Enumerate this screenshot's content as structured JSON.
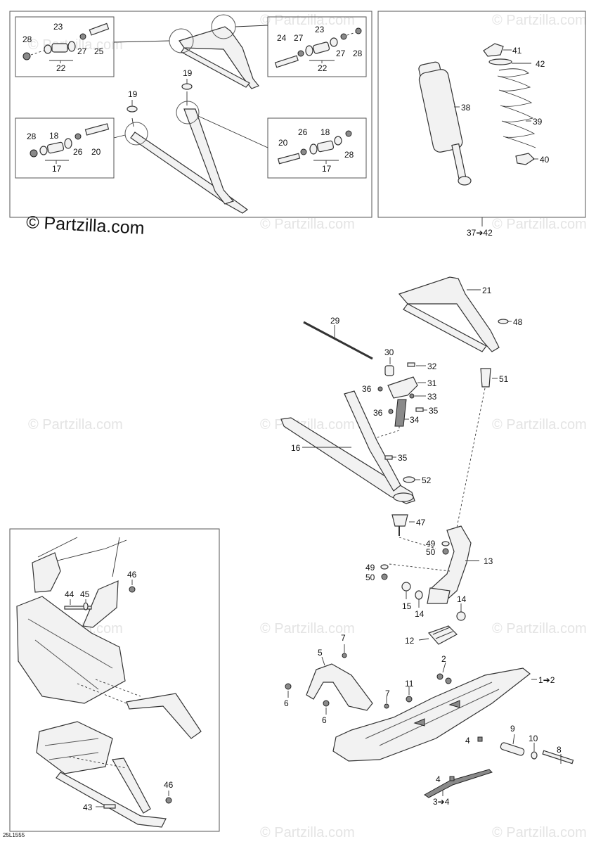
{
  "copyright": "© Partzilla.com",
  "watermark": "© Partzilla.com",
  "diagram_code": "25L1555",
  "labels": {
    "l28a": "28",
    "l23a": "23",
    "l27a": "27",
    "l25": "25",
    "l22a": "22",
    "l24": "24",
    "l27b": "27",
    "l23b": "23",
    "l27c": "27",
    "l28b": "28",
    "l22b": "22",
    "l19a": "19",
    "l19b": "19",
    "l28c": "28",
    "l18a": "18",
    "l26a": "26",
    "l20a": "20",
    "l17a": "17",
    "l20b": "20",
    "l26b": "26",
    "l18b": "18",
    "l28d": "28",
    "l17b": "17",
    "l41": "41",
    "l42": "42",
    "l38": "38",
    "l39": "39",
    "l40": "40",
    "l3742": "37➔42",
    "l21": "21",
    "l48": "48",
    "l29": "29",
    "l30": "30",
    "l32": "32",
    "l31": "31",
    "l51": "51",
    "l36a": "36",
    "l33": "33",
    "l36b": "36",
    "l35a": "35",
    "l34": "34",
    "l16": "16",
    "l35b": "35",
    "l52": "52",
    "l47": "47",
    "l49a": "49",
    "l50a": "50",
    "l13": "13",
    "l49b": "49",
    "l50b": "50",
    "l15": "15",
    "l14a": "14",
    "l14b": "14",
    "l12": "12",
    "l7a": "7",
    "l5": "5",
    "l2": "2",
    "l12b": "1➔2",
    "l7b": "7",
    "l11": "11",
    "l6a": "6",
    "l6b": "6",
    "l9": "9",
    "l10": "10",
    "l4a": "4",
    "l8": "8",
    "l4b": "4",
    "l34b": "3➔4",
    "l46a": "46",
    "l44": "44",
    "l45": "45",
    "l46b": "46",
    "l43": "43"
  }
}
